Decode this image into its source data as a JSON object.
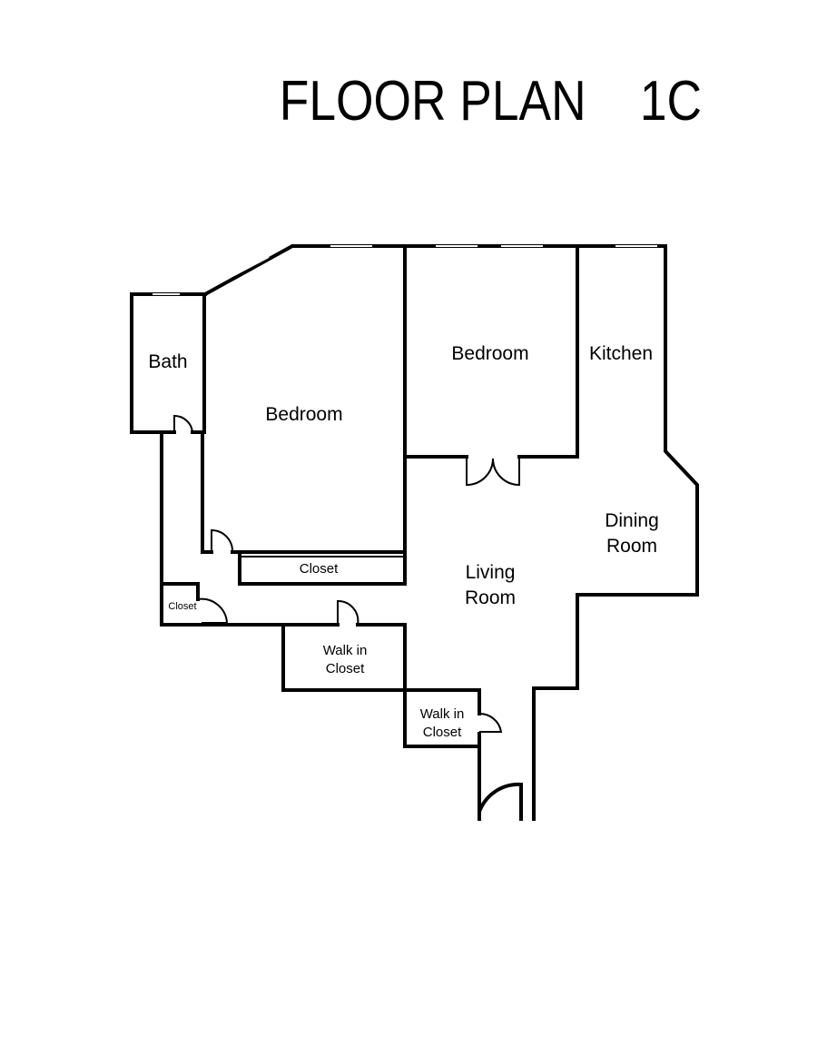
{
  "title": "FLOOR PLAN    1C",
  "rooms": {
    "bath": "Bath",
    "bedroom_left": "Bedroom",
    "bedroom_right": "Bedroom",
    "kitchen": "Kitchen",
    "dining_line1": "Dining",
    "dining_line2": "Room",
    "living_line1": "Living",
    "living_line2": "Room",
    "closet_long": "Closet",
    "closet_small": "Closet",
    "walkin1_line1": "Walk in",
    "walkin1_line2": "Closet",
    "walkin2_line1": "Walk in",
    "walkin2_line2": "Closet"
  }
}
